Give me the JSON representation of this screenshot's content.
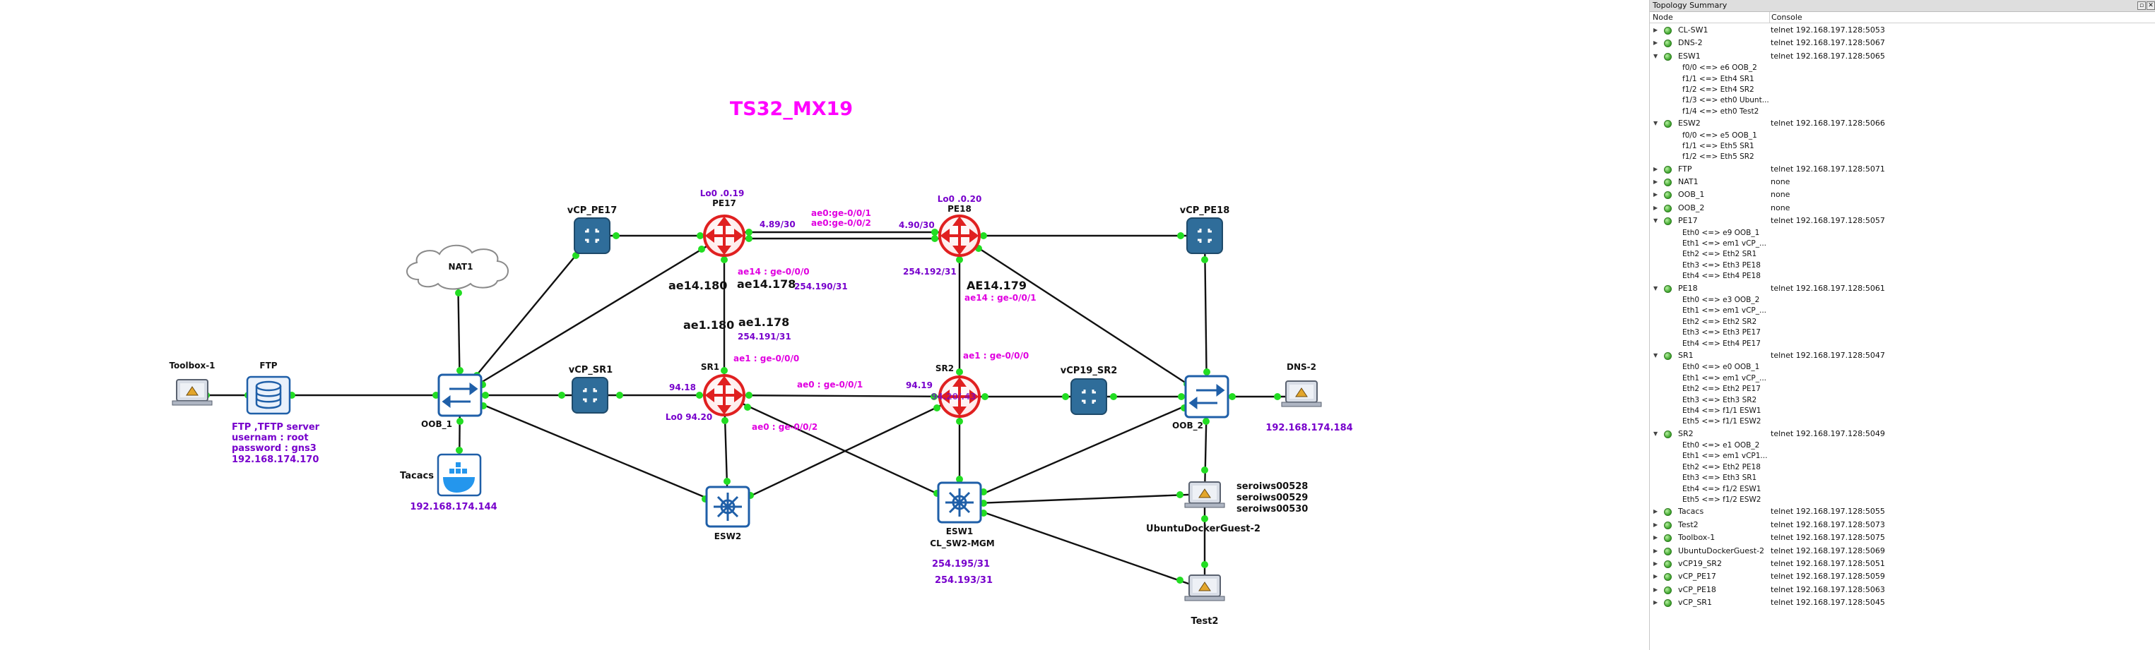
{
  "title": "TS32_MX19",
  "nodes": {
    "toolbox1": "Toolbox-1",
    "ftp": "FTP",
    "ftp_info": [
      "FTP ,TFTP server",
      "usernam   : root",
      "password : gns3",
      "192.168.174.170"
    ],
    "nat1": "NAT1",
    "oob1": "OOB_1",
    "tacacs": "Tacacs",
    "tacacs_ip": "192.168.174.144",
    "vcp_pe17": "vCP_PE17",
    "vcp_sr1": "vCP_SR1",
    "pe17": "PE17",
    "pe17_lo": "Lo0 .0.19",
    "pe18": "PE18",
    "pe18_lo": "Lo0 .0.20",
    "sr1": "SR1",
    "sr1_lo": "Lo0 94.20",
    "sr2": "SR2",
    "esw2": "ESW2",
    "esw1": "ESW1",
    "esw1_sub": "CL_SW2-MGM",
    "vcp_pe18": "vCP_PE18",
    "vcp19_sr2": "vCP19_SR2",
    "oob2": "OOB_2",
    "dns2": "DNS-2",
    "dns2_ip": "192.168.174.184",
    "ubuntu": "UbuntuDockerGuest-2",
    "ubuntu_hosts": [
      "seroiws00528",
      "seroiws00529",
      "seroiws00530"
    ],
    "test2": "Test2"
  },
  "links": {
    "pe17_pe18_ae0": "ae0:ge-0/0/1",
    "pe17_pe18_ae0b": "ae0:ge-0/0/2",
    "pe17_net": "4.89/30",
    "pe18_net": "4.90/30",
    "ae14_180": "ae14.180",
    "ae14_178": "ae14.178",
    "ae14_ge": "ae14 : ge-0/0/0",
    "ae14_net": "254.190/31",
    "ae14_179": "AE14.179",
    "ae14_ge_pe18": "ae14 : ge-0/0/1",
    "pe18_net2": "254.192/31",
    "ae1_180": "ae1.180",
    "ae1_178": "ae1.178",
    "ae1_net": "254.191/31",
    "ae1_ge_sr1": "ae1 : ge-0/0/0",
    "ae1_ge_sr2": "ae1 : ge-0/0/0",
    "sr1_ip": "94.18",
    "sr2_ip": "94.19",
    "ae0_sr": "ae0 : ge-0/0/1",
    "ae0_sr1": "ae0 : ge-0/0/2",
    "sr2_overlap": "94.20/.43",
    "esw1_net1": "254.195/31",
    "esw1_net2": "254.193/31"
  },
  "panel": {
    "title": "Topology Summary",
    "col_node": "Node",
    "col_console": "Console",
    "rows": [
      {
        "name": "CL-SW1",
        "console": "telnet 192.168.197.128:5053",
        "expanded": false
      },
      {
        "name": "DNS-2",
        "console": "telnet 192.168.197.128:5067",
        "expanded": false
      },
      {
        "name": "ESW1",
        "console": "telnet 192.168.197.128:5065",
        "expanded": true,
        "links": [
          "f0/0 <=> e6 OOB_2",
          "f1/1 <=> Eth4 SR1",
          "f1/2 <=> Eth4 SR2",
          "f1/3 <=> eth0 Ubunt...",
          "f1/4 <=> eth0 Test2"
        ]
      },
      {
        "name": "ESW2",
        "console": "telnet 192.168.197.128:5066",
        "expanded": true,
        "links": [
          "f0/0 <=> e5 OOB_1",
          "f1/1 <=> Eth5 SR1",
          "f1/2 <=> Eth5 SR2"
        ]
      },
      {
        "name": "FTP",
        "console": "telnet 192.168.197.128:5071",
        "expanded": false
      },
      {
        "name": "NAT1",
        "console": "none",
        "expanded": false
      },
      {
        "name": "OOB_1",
        "console": "none",
        "expanded": false
      },
      {
        "name": "OOB_2",
        "console": "none",
        "expanded": false
      },
      {
        "name": "PE17",
        "console": "telnet 192.168.197.128:5057",
        "expanded": true,
        "links": [
          "Eth0 <=> e9 OOB_1",
          "Eth1 <=> em1 vCP_...",
          "Eth2 <=> Eth2 SR1",
          "Eth3 <=> Eth3 PE18",
          "Eth4 <=> Eth4 PE18"
        ]
      },
      {
        "name": "PE18",
        "console": "telnet 192.168.197.128:5061",
        "expanded": true,
        "links": [
          "Eth0 <=> e3 OOB_2",
          "Eth1 <=> em1 vCP_...",
          "Eth2 <=> Eth2 SR2",
          "Eth3 <=> Eth3 PE17",
          "Eth4 <=> Eth4 PE17"
        ]
      },
      {
        "name": "SR1",
        "console": "telnet 192.168.197.128:5047",
        "expanded": true,
        "links": [
          "Eth0 <=> e0 OOB_1",
          "Eth1 <=> em1 vCP_...",
          "Eth2 <=> Eth2 PE17",
          "Eth3 <=> Eth3 SR2",
          "Eth4 <=> f1/1 ESW1",
          "Eth5 <=> f1/1 ESW2"
        ]
      },
      {
        "name": "SR2",
        "console": "telnet 192.168.197.128:5049",
        "expanded": true,
        "links": [
          "Eth0 <=> e1 OOB_2",
          "Eth1 <=> em1 vCP1...",
          "Eth2 <=> Eth2 PE18",
          "Eth3 <=> Eth3 SR1",
          "Eth4 <=> f1/2 ESW1",
          "Eth5 <=> f1/2 ESW2"
        ]
      },
      {
        "name": "Tacacs",
        "console": "telnet 192.168.197.128:5055",
        "expanded": false
      },
      {
        "name": "Test2",
        "console": "telnet 192.168.197.128:5073",
        "expanded": false
      },
      {
        "name": "Toolbox-1",
        "console": "telnet 192.168.197.128:5075",
        "expanded": false
      },
      {
        "name": "UbuntuDockerGuest-2",
        "console": "telnet 192.168.197.128:5069",
        "expanded": false
      },
      {
        "name": "vCP19_SR2",
        "console": "telnet 192.168.197.128:5051",
        "expanded": false
      },
      {
        "name": "vCP_PE17",
        "console": "telnet 192.168.197.128:5059",
        "expanded": false
      },
      {
        "name": "vCP_PE18",
        "console": "telnet 192.168.197.128:5063",
        "expanded": false
      },
      {
        "name": "vCP_SR1",
        "console": "telnet 192.168.197.128:5045",
        "expanded": false
      }
    ]
  },
  "colors": {
    "title": "#ff00ff",
    "link_label": "#e000e0",
    "ip_label": "#7700cc",
    "link_dot": "#22dd22",
    "router": "#e02020",
    "switch": "#1f5fa8"
  }
}
